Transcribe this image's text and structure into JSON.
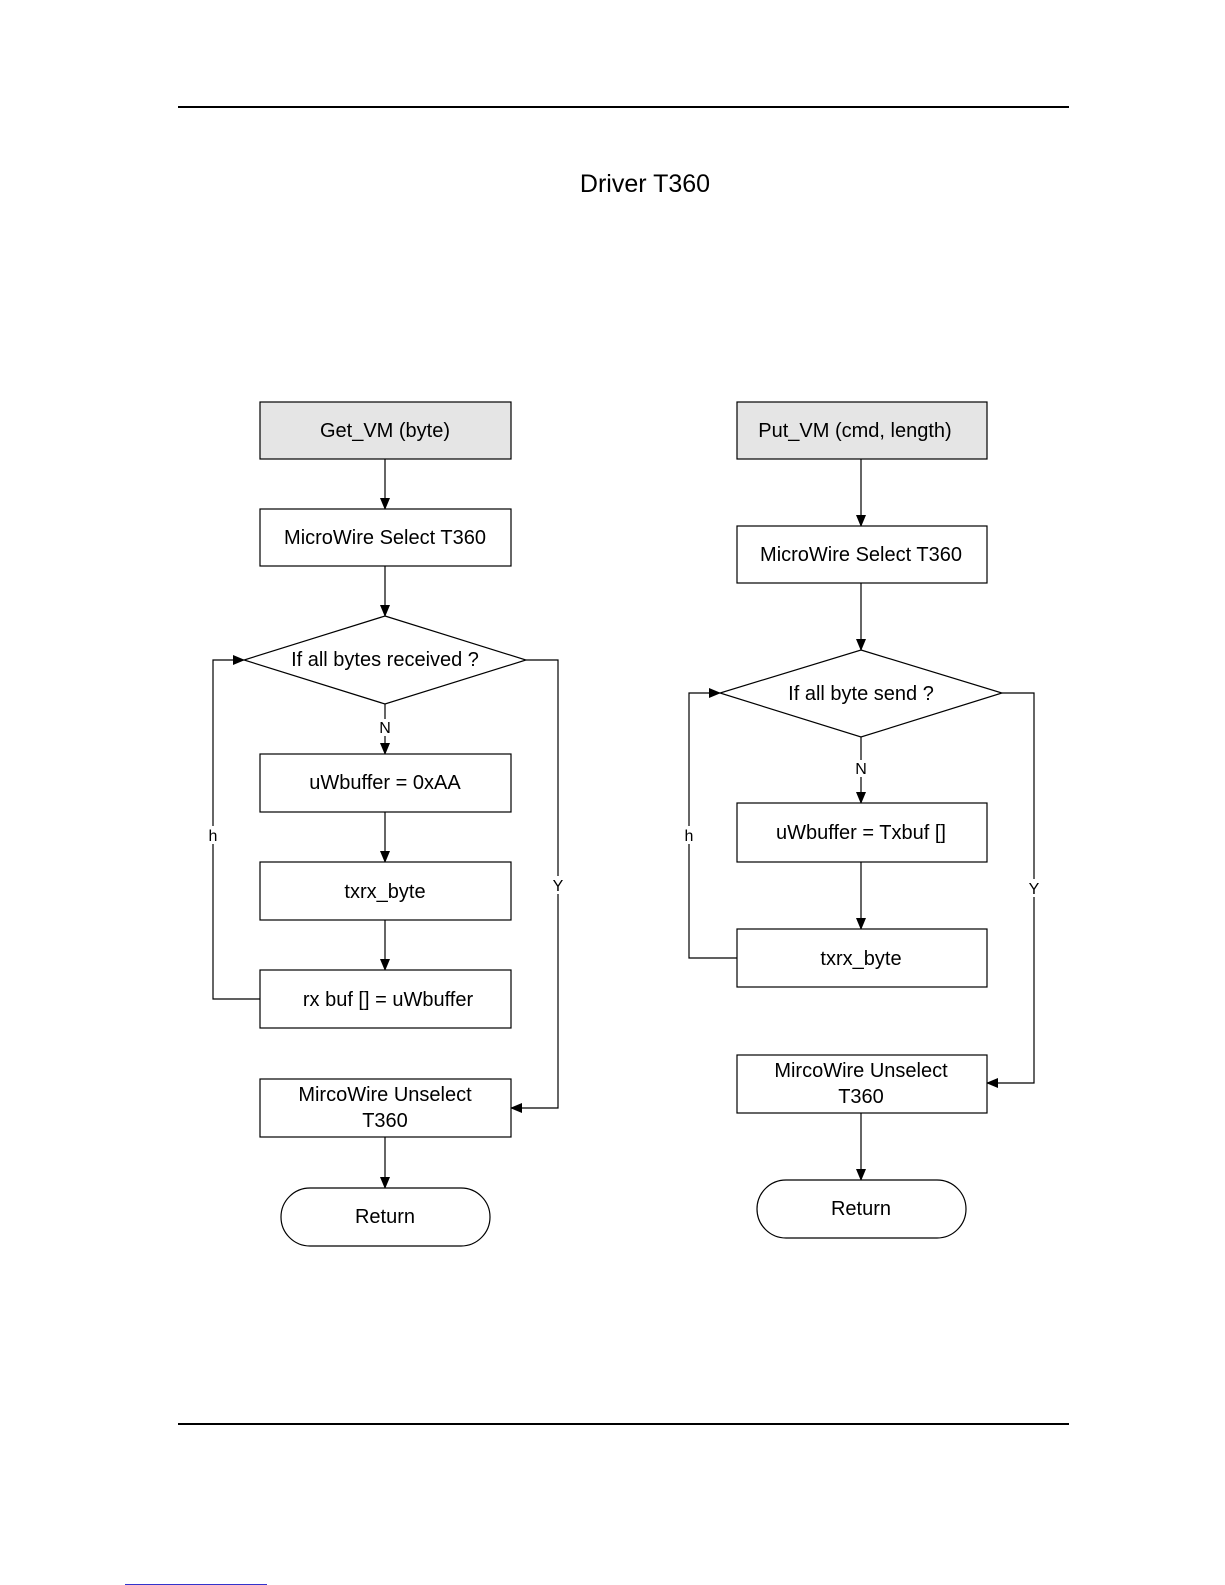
{
  "page": {
    "title": "Driver T360"
  },
  "flowcharts": {
    "get_vm": {
      "start": "Get_VM (byte)",
      "select": "MicroWire Select T360",
      "decision": "If all bytes received ?",
      "label_no": "N",
      "label_yes": "Y",
      "label_loop": "h",
      "step1": "uWbuffer = 0xAA",
      "step2": "txrx_byte",
      "step3": "rx buf [] = uWbuffer",
      "unselect_line1": "MircoWire Unselect",
      "unselect_line2": "T360",
      "end": "Return"
    },
    "put_vm": {
      "start": "Put_VM (cmd, length)",
      "select": "MicroWire Select T360",
      "decision": "If all byte send ?",
      "label_no": "N",
      "label_yes": "Y",
      "label_loop": "h",
      "step1": "uWbuffer = Txbuf []",
      "step2": "txrx_byte",
      "unselect_line1": "MircoWire Unselect",
      "unselect_line2": "T360",
      "end": "Return"
    }
  }
}
